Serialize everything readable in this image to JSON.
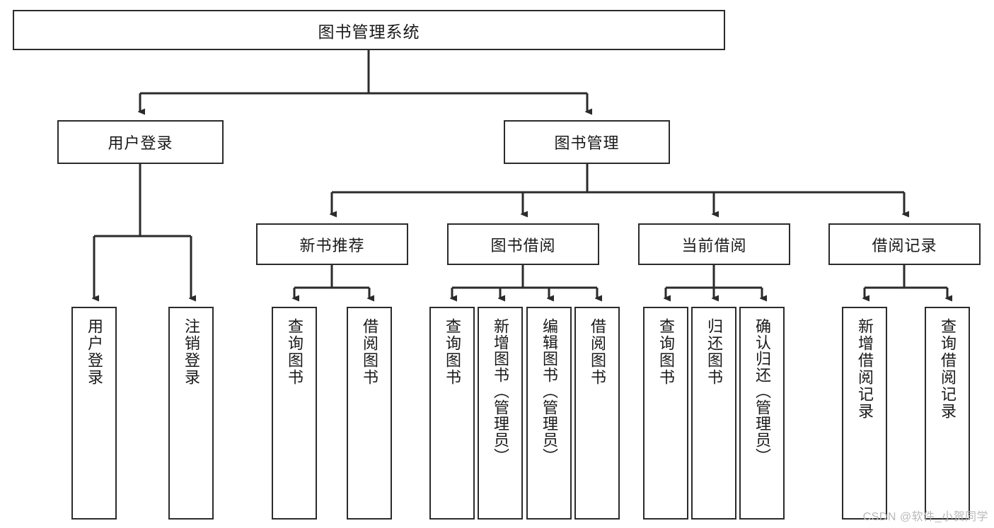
{
  "diagram": {
    "title": "图书管理系统",
    "watermark": "CSDN @软件_小贺同学",
    "root": {
      "label": "图书管理系统"
    },
    "level2": [
      {
        "label": "用户登录"
      },
      {
        "label": "图书管理"
      }
    ],
    "level3": [
      {
        "label": "新书推荐"
      },
      {
        "label": "图书借阅"
      },
      {
        "label": "当前借阅"
      },
      {
        "label": "借阅记录"
      }
    ],
    "leaves": {
      "user_login": [
        {
          "label": "用户登录"
        },
        {
          "label": "注销登录"
        }
      ],
      "new_book_recommend": [
        {
          "label": "查询图书"
        },
        {
          "label": "借阅图书"
        }
      ],
      "book_borrow": [
        {
          "label": "查询图书"
        },
        {
          "label": "新增图书（管理员）"
        },
        {
          "label": "编辑图书（管理员）"
        },
        {
          "label": "借阅图书"
        }
      ],
      "current_borrow": [
        {
          "label": "查询图书"
        },
        {
          "label": "归还图书"
        },
        {
          "label": "确认归还（管理员）"
        }
      ],
      "borrow_records": [
        {
          "label": "新增借阅记录"
        },
        {
          "label": "查询借阅记录"
        }
      ]
    },
    "colors": {
      "stroke": "#2b2b2b",
      "background": "#ffffff",
      "text": "#1a1a1a",
      "watermark": "#b9b9b9"
    }
  }
}
